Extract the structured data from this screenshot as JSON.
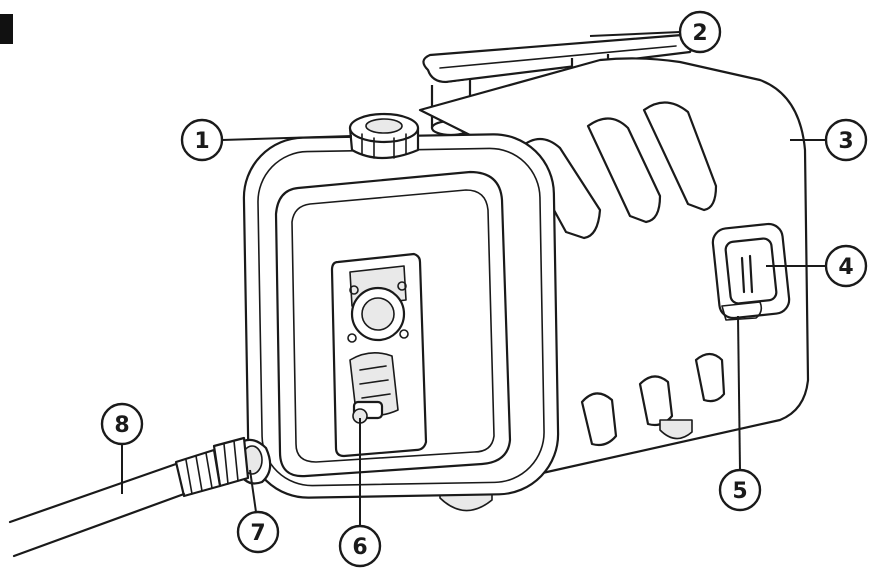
{
  "callouts": [
    {
      "id": "1",
      "label": "1"
    },
    {
      "id": "2",
      "label": "2"
    },
    {
      "id": "3",
      "label": "3"
    },
    {
      "id": "4",
      "label": "4"
    },
    {
      "id": "5",
      "label": "5"
    },
    {
      "id": "6",
      "label": "6"
    },
    {
      "id": "7",
      "label": "7"
    },
    {
      "id": "8",
      "label": "8"
    }
  ],
  "colors": {
    "ink": "#1a1a1a",
    "background": "#ffffff",
    "shade": "#e9e9e9"
  }
}
